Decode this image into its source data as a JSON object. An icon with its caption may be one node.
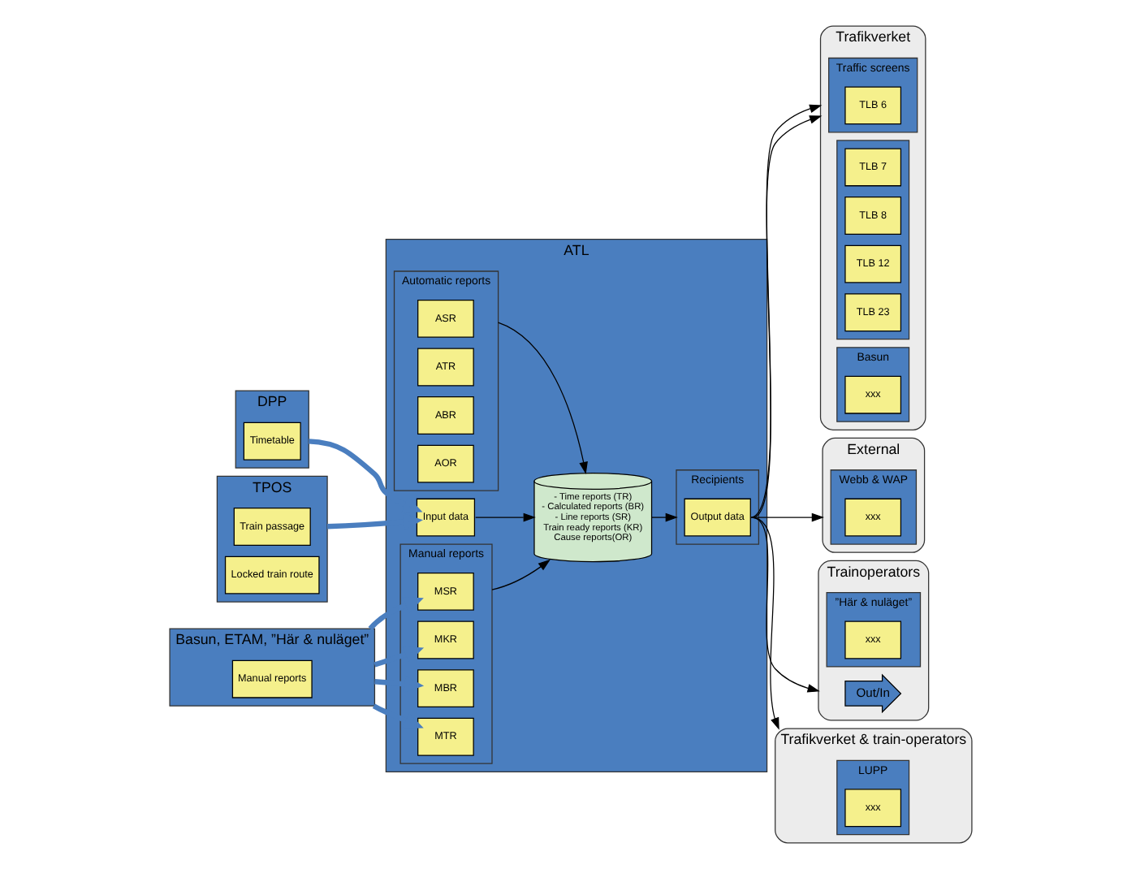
{
  "diagram": {
    "nodes": [
      {
        "text": [
          "ATL"
        ]
      },
      {
        "text": [
          "Automatic reports"
        ],
        "in": 0
      },
      {
        "text": [
          "ASR"
        ],
        "in": 1
      },
      {
        "text": [
          "ATR"
        ],
        "in": 1
      },
      {
        "text": [
          "ABR"
        ],
        "in": 1
      },
      {
        "text": [
          "AOR"
        ],
        "in": 1
      },
      {
        "text": [
          "DPP"
        ]
      },
      {
        "text": [
          "Timetable"
        ],
        "in": 6
      },
      {
        "text": [
          "TPOS"
        ]
      },
      {
        "text": [
          "Train passage"
        ],
        "in": 8
      },
      {
        "text": [
          "Locked train route"
        ],
        "in": 8
      },
      {
        "text": [
          "Input data"
        ],
        "in": 0
      },
      {
        "text": [
          "- Time reports (TR)",
          "- Calculated reports (BR)",
          "- Line reports (SR)",
          "Train ready reports (KR)",
          "Cause reports(OR)"
        ],
        "in": 0
      },
      {
        "text": [
          "Recipients"
        ],
        "in": 0
      },
      {
        "text": [
          "Output data"
        ],
        "in": 13
      },
      {
        "text": [
          "Manual reports"
        ],
        "in": 0
      },
      {
        "text": [
          "MSR"
        ],
        "in": 15
      },
      {
        "text": [
          "MKR"
        ],
        "in": 15
      },
      {
        "text": [
          "MBR"
        ],
        "in": 15
      },
      {
        "text": [
          "MTR"
        ],
        "in": 15
      },
      {
        "text": [
          "Basun, ETAM, ”Här & nuläget”"
        ]
      },
      {
        "text": [
          "Manual reports"
        ],
        "in": 20
      },
      {
        "text": [
          "Trafikverket"
        ]
      },
      {
        "text": [
          "Traffic screens"
        ],
        "in": 22
      },
      {
        "text": [
          "TLB 6"
        ],
        "in": 23
      },
      {
        "text": [],
        "shape": "box",
        "in": 22
      },
      {
        "text": [
          "TLB 7"
        ],
        "in": 25
      },
      {
        "text": [
          "TLB 8"
        ],
        "in": 25
      },
      {
        "text": [
          "TLB 12"
        ],
        "in": 25
      },
      {
        "text": [
          "TLB 23"
        ],
        "in": 25
      },
      {
        "text": [
          "Basun"
        ],
        "in": 22
      },
      {
        "text": [
          "xxx"
        ],
        "in": 30
      },
      {
        "text": [
          "External"
        ]
      },
      {
        "text": [
          "Webb & WAP"
        ],
        "in": 32
      },
      {
        "text": [
          "xxx"
        ],
        "in": 33
      },
      {
        "text": [
          "Trainoperators"
        ]
      },
      {
        "text": [
          "Out/In"
        ],
        "in": 35
      },
      {
        "text": [
          "”Här & nuläget”"
        ],
        "in": 35
      },
      {
        "text": [
          "xxx"
        ],
        "in": 37
      },
      {
        "text": [
          "Trafikverket & train-operators"
        ]
      },
      {
        "text": [
          "LUPP"
        ],
        "in": 39
      },
      {
        "text": [
          "xxx"
        ],
        "in": 40
      }
    ],
    "edges": [
      {
        "from": 6,
        "to": 11,
        "arrow": "to",
        "style": "thick",
        "color": "#4a7ebf"
      },
      {
        "from": 8,
        "to": 11,
        "arrow": "to",
        "style": "thick",
        "color": "#4a7ebf"
      },
      {
        "from": 1,
        "to": 12,
        "arrow": "to"
      },
      {
        "from": 11,
        "to": 12,
        "arrow": "to"
      },
      {
        "from": 15,
        "to": 12,
        "arrow": "to"
      },
      {
        "from": 12,
        "to": 13,
        "arrow": "to"
      },
      {
        "from": 20,
        "to": 16,
        "arrow": "to",
        "style": "thick",
        "color": "#4a7ebf"
      },
      {
        "from": 20,
        "to": 17,
        "arrow": "to",
        "style": "thick",
        "color": "#4a7ebf"
      },
      {
        "from": 20,
        "to": 18,
        "arrow": "to",
        "style": "thick",
        "color": "#4a7ebf"
      },
      {
        "from": 20,
        "to": 19,
        "arrow": "to",
        "style": "thick",
        "color": "#4a7ebf"
      },
      {
        "from": 14,
        "to": 22,
        "arrow": "to"
      },
      {
        "from": 14,
        "to": 22,
        "arrow": "to"
      },
      {
        "from": 14,
        "to": 32,
        "arrow": "to"
      },
      {
        "from": 14,
        "to": 35,
        "arrow": "to"
      },
      {
        "from": 14,
        "to": 39,
        "arrow": "to"
      }
    ]
  }
}
